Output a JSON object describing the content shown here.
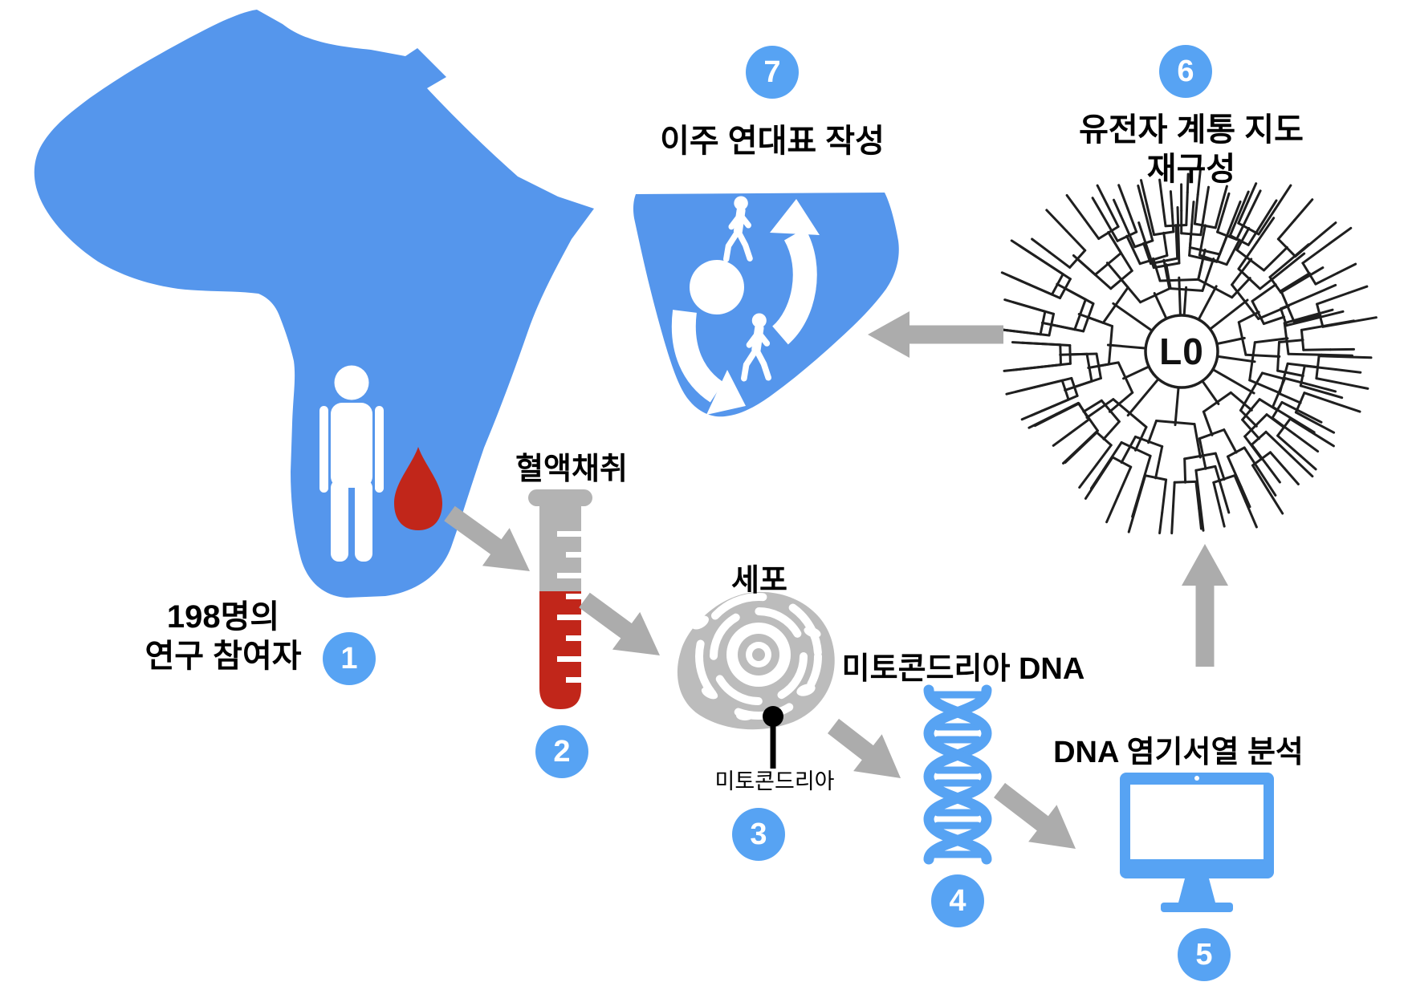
{
  "diagram": {
    "title_language": "Korean",
    "colors": {
      "map_blue": "#5596ec",
      "accent_blue": "#57a3f3",
      "blood_red": "#c1261a",
      "arrow_gray": "#acacac",
      "cell_gray": "#bcbcbc",
      "tree_black": "#1f1f1f"
    },
    "steps": [
      {
        "num": "1",
        "lines": [
          "198명의",
          "연구 참여자"
        ]
      },
      {
        "num": "2",
        "label": "혈액채취"
      },
      {
        "num": "3",
        "label": "세포",
        "sublabel": "미토콘드리아"
      },
      {
        "num": "4",
        "label": "미토콘드리아 DNA"
      },
      {
        "num": "5",
        "label": "DNA 염기서열 분석"
      },
      {
        "num": "6",
        "lines": [
          "유전자 계통 지도",
          "재구성"
        ],
        "tree_center_label": "L0"
      },
      {
        "num": "7",
        "label": "이주 연대표 작성"
      }
    ]
  }
}
